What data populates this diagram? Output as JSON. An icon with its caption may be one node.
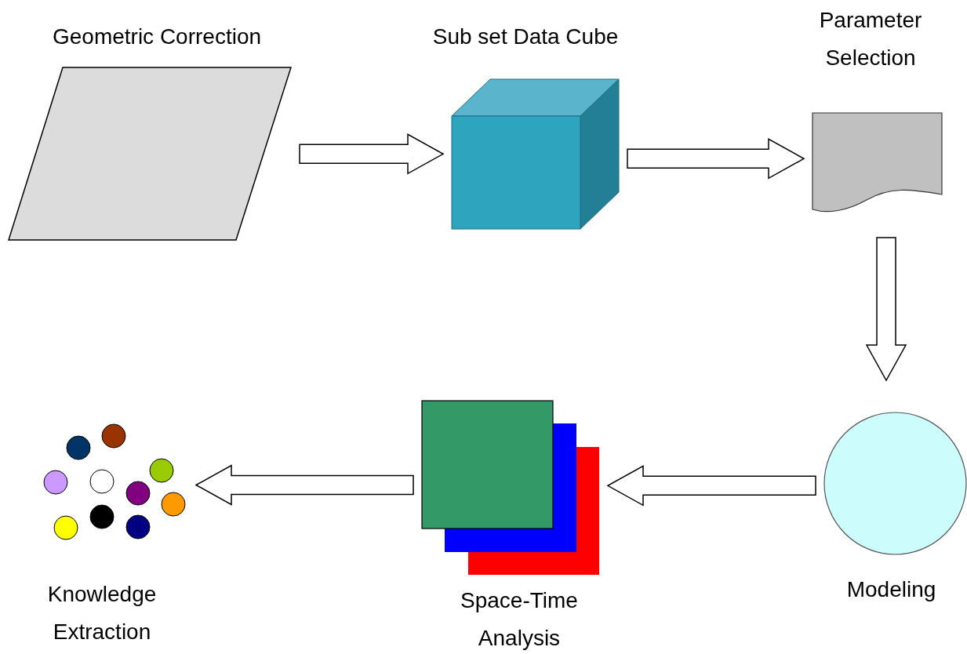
{
  "diagram": {
    "nodes": [
      {
        "text": [
          "Geometric Correction"
        ]
      },
      {
        "text": [
          "Sub set Data Cube"
        ]
      },
      {
        "text": [
          "Parameter Selection"
        ]
      },
      {
        "text": [
          "Modeling"
        ]
      },
      {
        "text": [
          "Space-Time Analysis"
        ]
      },
      {
        "text": [
          "Knowledge Extraction"
        ]
      }
    ],
    "edges": [
      {
        "from": 0,
        "to": 1,
        "arrow": "to"
      },
      {
        "from": 1,
        "to": 2,
        "arrow": "to"
      },
      {
        "from": 2,
        "to": 3,
        "arrow": "to"
      },
      {
        "from": 3,
        "to": 4,
        "arrow": "to"
      },
      {
        "from": 4,
        "to": 5,
        "arrow": "to"
      }
    ]
  }
}
